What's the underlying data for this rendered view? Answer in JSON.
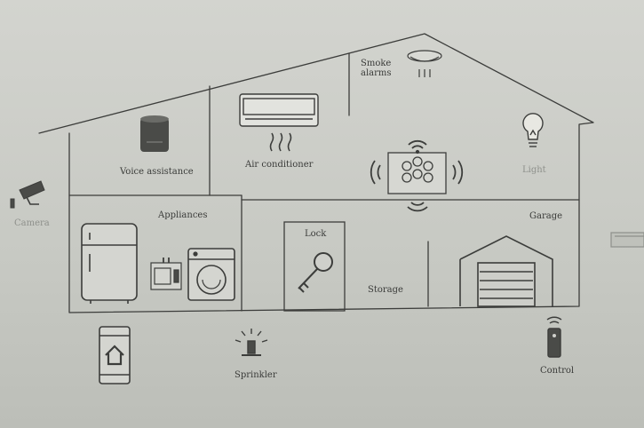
{
  "labels": {
    "smoke_alarms": "Smoke alarms",
    "voice_assistance": "Voice assistance",
    "air_conditioner": "Air conditioner",
    "light": "Light",
    "camera": "Camera",
    "appliances": "Appliances",
    "lock": "Lock",
    "garage": "Garage",
    "storage": "Storage",
    "sprinkler": "Sprinkler",
    "control": "Control"
  },
  "colors": {
    "line": "#3c3d3b",
    "fill_dark": "#4a4b48",
    "background": "#c9cbc6"
  },
  "icons": [
    "smoke-alarm-icon",
    "voice-assistant-icon",
    "air-conditioner-icon",
    "hub-icon",
    "light-bulb-icon",
    "camera-icon",
    "refrigerator-icon",
    "microwave-icon",
    "washing-machine-icon",
    "key-icon",
    "garage-icon",
    "smartphone-home-icon",
    "sprinkler-icon",
    "remote-control-icon",
    "sensor-icon"
  ]
}
